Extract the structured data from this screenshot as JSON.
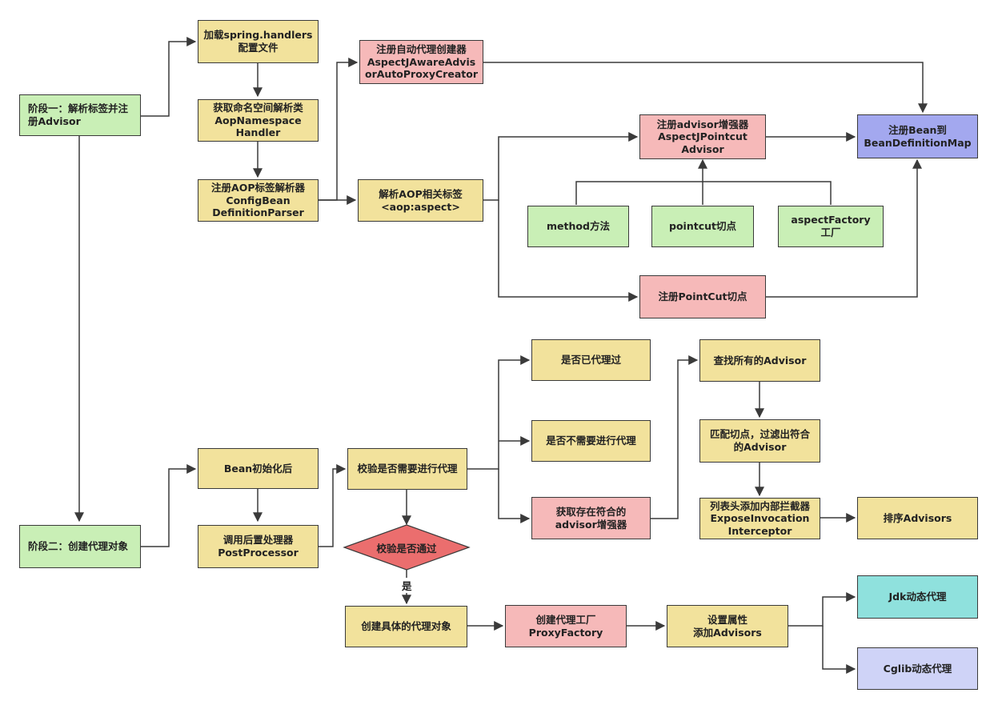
{
  "nodes": {
    "stage1": "阶段一：解析标签并注\n册Advisor",
    "stage2": "阶段二：创建代理对象",
    "load_handlers": "加载spring.handlers\n配置文件",
    "get_ns_handler": "获取命名空间解析类\nAopNamespace\nHandler",
    "reg_parser": "注册AOP标签解析器\nConfigBean\nDefinitionParser",
    "reg_auto_proxy": "注册自动代理创建器\nAspectJAwareAdvis\norAutoProxyCreator",
    "parse_aop_tag": "解析AOP相关标签\n<aop:aspect>",
    "reg_advisor": "注册advisor增强器\nAspectJPointcut\nAdvisor",
    "method": "method方法",
    "pointcut": "pointcut切点",
    "aspect_factory": "aspectFactory\n工厂",
    "reg_pointcut": "注册PointCut切点",
    "reg_bean_def": "注册Bean到\nBeanDefinitionMap",
    "bean_init": "Bean初始化后",
    "call_post": "调用后置处理器\nPostProcessor",
    "check_need": "校验是否需要进行代理",
    "already_proxied": "是否已代理过",
    "no_need": "是否不需要进行代理",
    "get_advisors": "获取存在符合的\nadvisor增强器",
    "find_all": "查找所有的Advisor",
    "match_filter": "匹配切点，过滤出符合\n的Advisor",
    "add_interceptor": "列表头添加内部拦截器\nExposeInvocation\nInterceptor",
    "sort_advisors": "排序Advisors",
    "check_pass": "校验是否通过",
    "create_proxy": "创建具体的代理对象",
    "create_factory": "创建代理工厂\nProxyFactory",
    "set_props": "设置属性\n添加Advisors",
    "jdk": "Jdk动态代理",
    "cglib": "Cglib动态代理"
  },
  "edge_labels": {
    "yes": "是"
  },
  "colors": {
    "yellow": "#f2e29c",
    "green": "#c9efb6",
    "pink": "#f6b9b9",
    "blue": "#a3a8ef",
    "teal": "#8fe1dd",
    "lavender": "#cfd3f7",
    "diamond": "#eb6e6e",
    "line": "#3a3a3a"
  }
}
